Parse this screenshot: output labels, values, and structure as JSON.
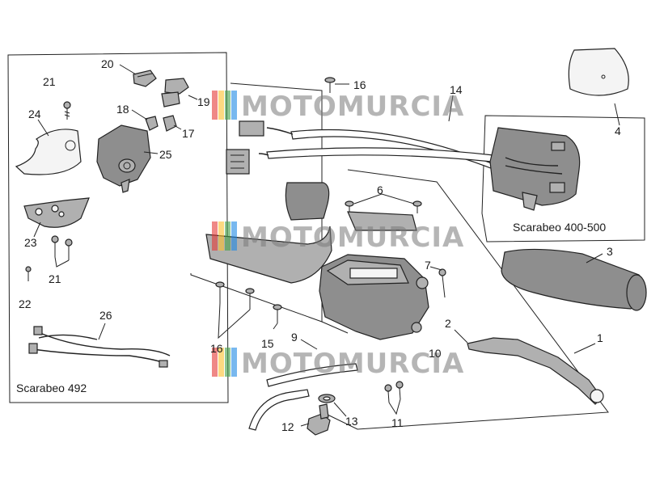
{
  "captions": {
    "left_panel": "Scarabeo 492",
    "top_right_panel": "Scarabeo 400-500"
  },
  "watermark": {
    "text": "MOTOMURCIA",
    "stripe_colors": [
      "#e53935",
      "#fbc02d",
      "#43a047",
      "#1e88e5"
    ]
  },
  "callouts": {
    "n1": "1",
    "n2": "2",
    "n3": "3",
    "n4": "4",
    "n6": "6",
    "n7": "7",
    "n9": "9",
    "n10": "10",
    "n11": "11",
    "n12": "12",
    "n13": "13",
    "n14": "14",
    "n15": "15",
    "n16a": "16",
    "n16b": "16",
    "n17": "17",
    "n18": "18",
    "n19": "19",
    "n20": "20",
    "n21a": "21",
    "n21b": "21",
    "n22": "22",
    "n23": "23",
    "n24": "24",
    "n25": "25",
    "n26": "26"
  }
}
